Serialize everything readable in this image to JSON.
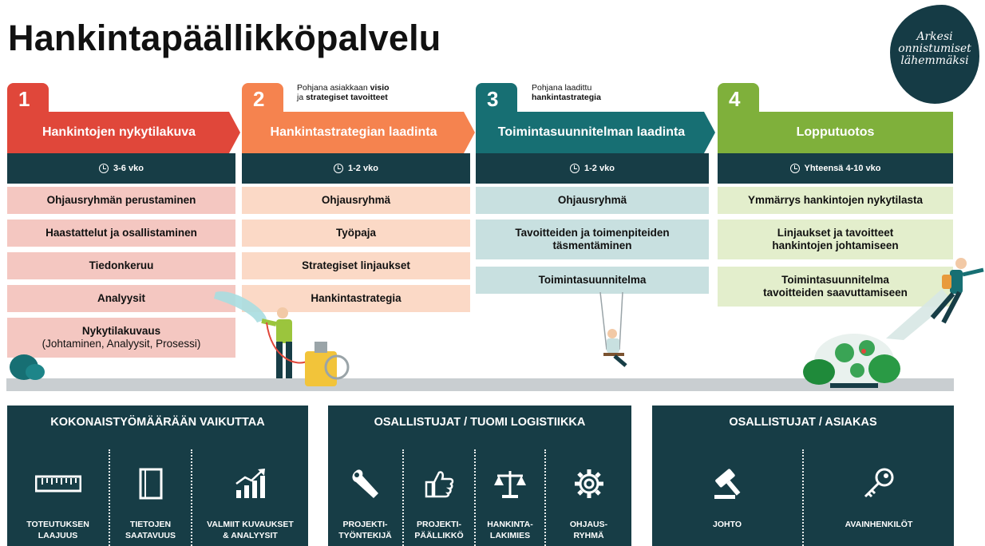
{
  "title": "Hankintapäällikköpalvelu",
  "badge": {
    "lines": [
      "Arkesi",
      "onnistumiset",
      "lähemmäksi"
    ]
  },
  "notes": {
    "n2": {
      "line1": "Pohjana asiakkaan ",
      "line1b": "visio",
      "line2": "ja ",
      "line2b": "strategiset tavoitteet"
    },
    "n3": {
      "line1": "Pohjana laadittu",
      "line2b": "hankintastrategia"
    }
  },
  "colors": {
    "red": "#e0473a",
    "orange": "#f5834f",
    "teal": "#176f73",
    "green": "#7fb03b",
    "dark": "#173d46",
    "red_light": "#f4c7c1",
    "orange_light": "#fbd9c6",
    "teal_light": "#c8e0e0",
    "green_light": "#e3eecc"
  },
  "phases": [
    {
      "num": "1",
      "title": "Hankintojen nykytilakuva",
      "duration": "3-6 vko",
      "items": [
        "Ohjausryhmän perustaminen",
        "Haastattelut ja osallistaminen",
        "Tiedonkeruu",
        "Analyysit"
      ],
      "last_item": "Nykytilakuvaus",
      "last_sub": "(Johtaminen, Analyysit, Prosessi)"
    },
    {
      "num": "2",
      "title": "Hankintastrategian laadinta",
      "duration": "1-2 vko",
      "items": [
        "Ohjausryhmä",
        "Työpaja",
        "Strategiset linjaukset",
        "Hankintastrategia"
      ]
    },
    {
      "num": "3",
      "title": "Toimintasuunnitelman laadinta",
      "duration": "1-2 vko",
      "items": [
        "Ohjausryhmä",
        "Tavoitteiden ja toimenpiteiden täsmentäminen",
        "Toimintasuunnitelma"
      ]
    },
    {
      "num": "4",
      "title": "Lopputuotos",
      "duration": "Yhteensä 4-10 vko",
      "items": [
        "Ymmärrys hankintojen nykytilasta",
        "Linjaukset ja tavoitteet hankintojen johtamiseen",
        "Toimintasuunnitelma tavoitteiden saavuttamiseen"
      ]
    }
  ],
  "panels": [
    {
      "title": "KOKONAISTYÖMÄÄRÄÄN VAIKUTTAA",
      "cells": [
        {
          "icon": "ruler-icon",
          "l1": "TOTEUTUKSEN",
          "l2": "LAAJUUS"
        },
        {
          "icon": "book-icon",
          "l1": "TIETOJEN",
          "l2": "SAATAVUUS"
        },
        {
          "icon": "growth-chart-icon",
          "l1": "VALMIIT KUVAUKSET",
          "l2": "& ANALYYSIT"
        }
      ]
    },
    {
      "title": "OSALLISTUJAT / TUOMI LOGISTIIKKA",
      "cells": [
        {
          "icon": "wrench-icon",
          "l1": "PROJEKTI-",
          "l2": "TYÖNTEKIJÄ"
        },
        {
          "icon": "thumbs-up-icon",
          "l1": "PROJEKTI-",
          "l2": "PÄÄLLIKKÖ"
        },
        {
          "icon": "scales-icon",
          "l1": "HANKINTA-",
          "l2": "LAKIMIES"
        },
        {
          "icon": "gear-icon",
          "l1": "OHJAUS-",
          "l2": "RYHMÄ"
        }
      ]
    },
    {
      "title": "OSALLISTUJAT / ASIAKAS",
      "cells": [
        {
          "icon": "gavel-icon",
          "l1": "JOHTO",
          "l2": ""
        },
        {
          "icon": "key-icon",
          "l1": "AVAINHENKILÖT",
          "l2": ""
        }
      ]
    }
  ]
}
